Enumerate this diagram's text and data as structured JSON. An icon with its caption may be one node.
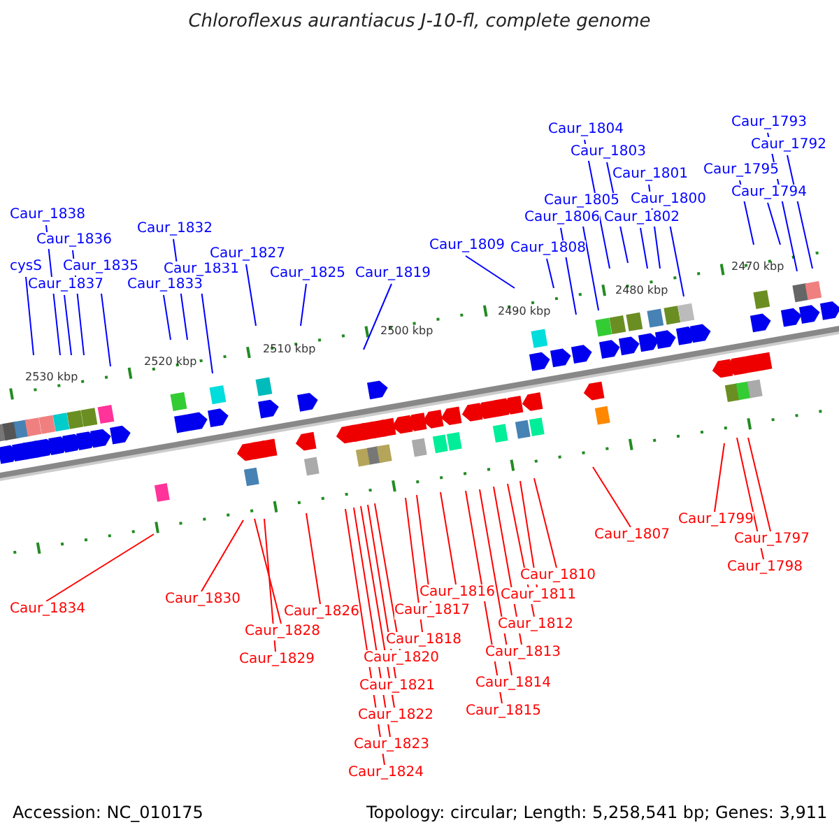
{
  "diagram": {
    "title": "Chloroflexus aurantiacus J-10-fl, complete genome",
    "nodes": [
      {
        "text": [
          "Caur_1838"
        ]
      },
      {
        "text": [
          "Caur_1836"
        ]
      },
      {
        "text": [
          "cysS"
        ]
      },
      {
        "text": [
          "Caur_1835"
        ]
      },
      {
        "text": [
          "Caur_1837"
        ]
      },
      {
        "text": [
          "Caur_1832"
        ]
      },
      {
        "text": [
          "Caur_1831"
        ]
      },
      {
        "text": [
          "Caur_1833"
        ]
      },
      {
        "text": [
          "Caur_1827"
        ]
      },
      {
        "text": [
          "Caur_1825"
        ]
      },
      {
        "text": [
          "Caur_1819"
        ]
      },
      {
        "text": [
          "Caur_1809"
        ]
      },
      {
        "text": [
          "Caur_1808"
        ]
      },
      {
        "text": [
          "Caur_1806"
        ]
      },
      {
        "text": [
          "Caur_1805"
        ]
      },
      {
        "text": [
          "Caur_1804"
        ]
      },
      {
        "text": [
          "Caur_1803"
        ]
      },
      {
        "text": [
          "Caur_1801"
        ]
      },
      {
        "text": [
          "Caur_1802"
        ]
      },
      {
        "text": [
          "Caur_1800"
        ]
      },
      {
        "text": [
          "Caur_1793"
        ]
      },
      {
        "text": [
          "Caur_1792"
        ]
      },
      {
        "text": [
          "Caur_1795"
        ]
      },
      {
        "text": [
          "Caur_1794"
        ]
      },
      {
        "text": [
          "Caur_1834"
        ]
      },
      {
        "text": [
          "Caur_1830"
        ]
      },
      {
        "text": [
          "Caur_1828"
        ]
      },
      {
        "text": [
          "Caur_1829"
        ]
      },
      {
        "text": [
          "Caur_1826"
        ]
      },
      {
        "text": [
          "Caur_1816"
        ]
      },
      {
        "text": [
          "Caur_1817"
        ]
      },
      {
        "text": [
          "Caur_1818"
        ]
      },
      {
        "text": [
          "Caur_1820"
        ]
      },
      {
        "text": [
          "Caur_1821"
        ]
      },
      {
        "text": [
          "Caur_1822"
        ]
      },
      {
        "text": [
          "Caur_1823"
        ]
      },
      {
        "text": [
          "Caur_1824"
        ]
      },
      {
        "text": [
          "Caur_1810"
        ]
      },
      {
        "text": [
          "Caur_1811"
        ]
      },
      {
        "text": [
          "Caur_1812"
        ]
      },
      {
        "text": [
          "Caur_1813"
        ]
      },
      {
        "text": [
          "Caur_1814"
        ]
      },
      {
        "text": [
          "Caur_1815"
        ]
      },
      {
        "text": [
          "Caur_1807"
        ]
      },
      {
        "text": [
          "Caur_1799"
        ]
      },
      {
        "text": [
          "Caur_1797"
        ]
      },
      {
        "text": [
          "Caur_1798"
        ]
      }
    ],
    "edges": [
      {
        "from": 0,
        "to": null,
        "arrow": "none"
      },
      {
        "from": 1,
        "to": null,
        "arrow": "none"
      },
      {
        "from": 2,
        "to": null,
        "arrow": "none"
      },
      {
        "from": 3,
        "to": null,
        "arrow": "none"
      },
      {
        "from": 4,
        "to": null,
        "arrow": "none"
      },
      {
        "from": 5,
        "to": null,
        "arrow": "none"
      },
      {
        "from": 6,
        "to": null,
        "arrow": "none"
      },
      {
        "from": 7,
        "to": null,
        "arrow": "none"
      },
      {
        "from": 8,
        "to": null,
        "arrow": "none"
      },
      {
        "from": 9,
        "to": null,
        "arrow": "none"
      },
      {
        "from": 10,
        "to": null,
        "arrow": "none"
      },
      {
        "from": 11,
        "to": null,
        "arrow": "none"
      },
      {
        "from": 12,
        "to": null,
        "arrow": "none"
      },
      {
        "from": 13,
        "to": null,
        "arrow": "none"
      },
      {
        "from": 14,
        "to": null,
        "arrow": "none"
      },
      {
        "from": 15,
        "to": null,
        "arrow": "none"
      },
      {
        "from": 16,
        "to": null,
        "arrow": "none"
      },
      {
        "from": 17,
        "to": null,
        "arrow": "none"
      },
      {
        "from": 18,
        "to": null,
        "arrow": "none"
      },
      {
        "from": 19,
        "to": null,
        "arrow": "none"
      },
      {
        "from": 20,
        "to": null,
        "arrow": "none"
      },
      {
        "from": 21,
        "to": null,
        "arrow": "none"
      },
      {
        "from": 22,
        "to": null,
        "arrow": "none"
      },
      {
        "from": 23,
        "to": null,
        "arrow": "none"
      },
      {
        "from": 24,
        "to": null,
        "arrow": "none",
        "color": "#ff0000"
      },
      {
        "from": 25,
        "to": null,
        "arrow": "none",
        "color": "#ff0000"
      },
      {
        "from": 26,
        "to": null,
        "arrow": "none",
        "color": "#ff0000"
      },
      {
        "from": 27,
        "to": null,
        "arrow": "none",
        "color": "#ff0000"
      },
      {
        "from": 28,
        "to": null,
        "arrow": "none",
        "color": "#ff0000"
      },
      {
        "from": 29,
        "to": null,
        "arrow": "none",
        "color": "#ff0000"
      },
      {
        "from": 30,
        "to": null,
        "arrow": "none",
        "color": "#ff0000"
      },
      {
        "from": 31,
        "to": null,
        "arrow": "none",
        "color": "#ff0000"
      },
      {
        "from": 32,
        "to": null,
        "arrow": "none",
        "color": "#ff0000"
      },
      {
        "from": 33,
        "to": null,
        "arrow": "none",
        "color": "#ff0000"
      },
      {
        "from": 34,
        "to": null,
        "arrow": "none",
        "color": "#ff0000"
      },
      {
        "from": 35,
        "to": null,
        "arrow": "none",
        "color": "#ff0000"
      },
      {
        "from": 36,
        "to": null,
        "arrow": "none",
        "color": "#ff0000"
      },
      {
        "from": 37,
        "to": null,
        "arrow": "none",
        "color": "#ff0000"
      },
      {
        "from": 38,
        "to": null,
        "arrow": "none",
        "color": "#ff0000"
      },
      {
        "from": 39,
        "to": null,
        "arrow": "none",
        "color": "#ff0000"
      },
      {
        "from": 40,
        "to": null,
        "arrow": "none",
        "color": "#ff0000"
      },
      {
        "from": 41,
        "to": null,
        "arrow": "none",
        "color": "#ff0000"
      },
      {
        "from": 42,
        "to": null,
        "arrow": "none",
        "color": "#ff0000"
      },
      {
        "from": 43,
        "to": null,
        "arrow": "none",
        "color": "#ff0000"
      },
      {
        "from": 44,
        "to": null,
        "arrow": "none",
        "color": "#ff0000"
      },
      {
        "from": 45,
        "to": null,
        "arrow": "none",
        "color": "#ff0000"
      },
      {
        "from": 46,
        "to": null,
        "arrow": "none",
        "color": "#ff0000"
      }
    ],
    "labels": [
      "2530 kbp",
      "2520 kbp",
      "2510 kbp",
      "2500 kbp",
      "2490 kbp",
      "2480 kbp",
      "2470 kbp",
      "Accession: NC_010175",
      "Topology: circular; Length: 5,258,541 bp; Genes: 3,911"
    ]
  }
}
